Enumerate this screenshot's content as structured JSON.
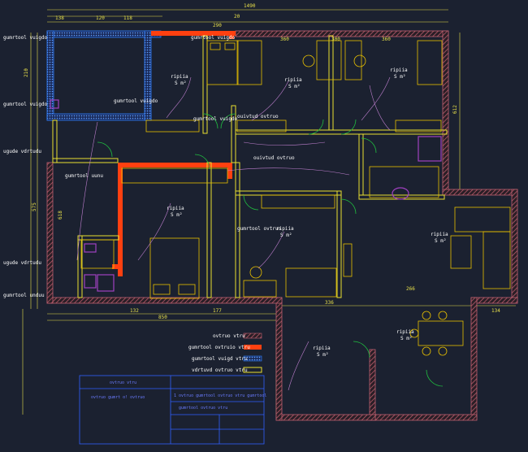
{
  "overall_dimension": "1490",
  "top_dimensions": [
    "138",
    "120",
    "118",
    "360",
    "300",
    "360",
    "290"
  ],
  "top_dimensions_2": [
    "290",
    "20"
  ],
  "side_dimensions_left": [
    "210",
    "575",
    "618"
  ],
  "side_dimensions_right": [
    "612"
  ],
  "bottom_dimensions": [
    "132",
    "177",
    "850",
    "336",
    "134",
    "266"
  ],
  "rooms": [
    {
      "name": "ripiia",
      "sub": "S m²"
    },
    {
      "name": "ripiia",
      "sub": "S m²"
    },
    {
      "name": "ripiia",
      "sub": "S m²"
    },
    {
      "name": "ripiia",
      "sub": "S m²"
    },
    {
      "name": "ripiia",
      "sub": "S m²"
    },
    {
      "name": "ripiia",
      "sub": "S m²"
    },
    {
      "name": "ripiia",
      "sub": "S m²"
    },
    {
      "name": "ripiia",
      "sub": "S m²"
    }
  ],
  "side_tags_left": [
    "gumrtool vuigdo",
    "gumrtool vuigdo",
    "ugude vdrtudu",
    "ugude vdrtudu",
    "gumrtool unduu"
  ],
  "top_tags": [
    "gumrtool vuigdo",
    "gumrtool vuigdo"
  ],
  "inner_tags": [
    "gumrtool uunu",
    "gumrtool vuigdo",
    "ouivtud ovtruo",
    "ouivtud ovtruo",
    "gumrtool ovtruo"
  ],
  "legend": [
    {
      "label": "ovtruo vtru",
      "color": "#c06070",
      "pattern": "hatch"
    },
    {
      "label": "gumrtool ovtruio vtru",
      "color": "#ff4010",
      "pattern": "solid"
    },
    {
      "label": "gumrtool vuigd vtru",
      "color": "#3080ff",
      "pattern": "dots"
    },
    {
      "label": "vdrtuvd ovtruo vtru",
      "color": "#e8e030",
      "pattern": "solid"
    }
  ],
  "title_block": {
    "heading": "ovtruo vtru",
    "line1": "ovtruo gumrt  o!  ovtruo",
    "line2": "1  ovtruo gumrtool ovtruo vtru gumrtool",
    "line3": "gumrtool ovtruo vtru"
  },
  "colors": {
    "background": "#1b2130",
    "outer_wall": "#c06070",
    "load_wall": "#ff4010",
    "insulated_wall": "#3080ff",
    "partition": "#e8e030",
    "dimension": "#e8e04a",
    "furniture": "#e8c000",
    "fixture": "#a040c0",
    "electric": "#c080d0",
    "door": "#20c040"
  }
}
